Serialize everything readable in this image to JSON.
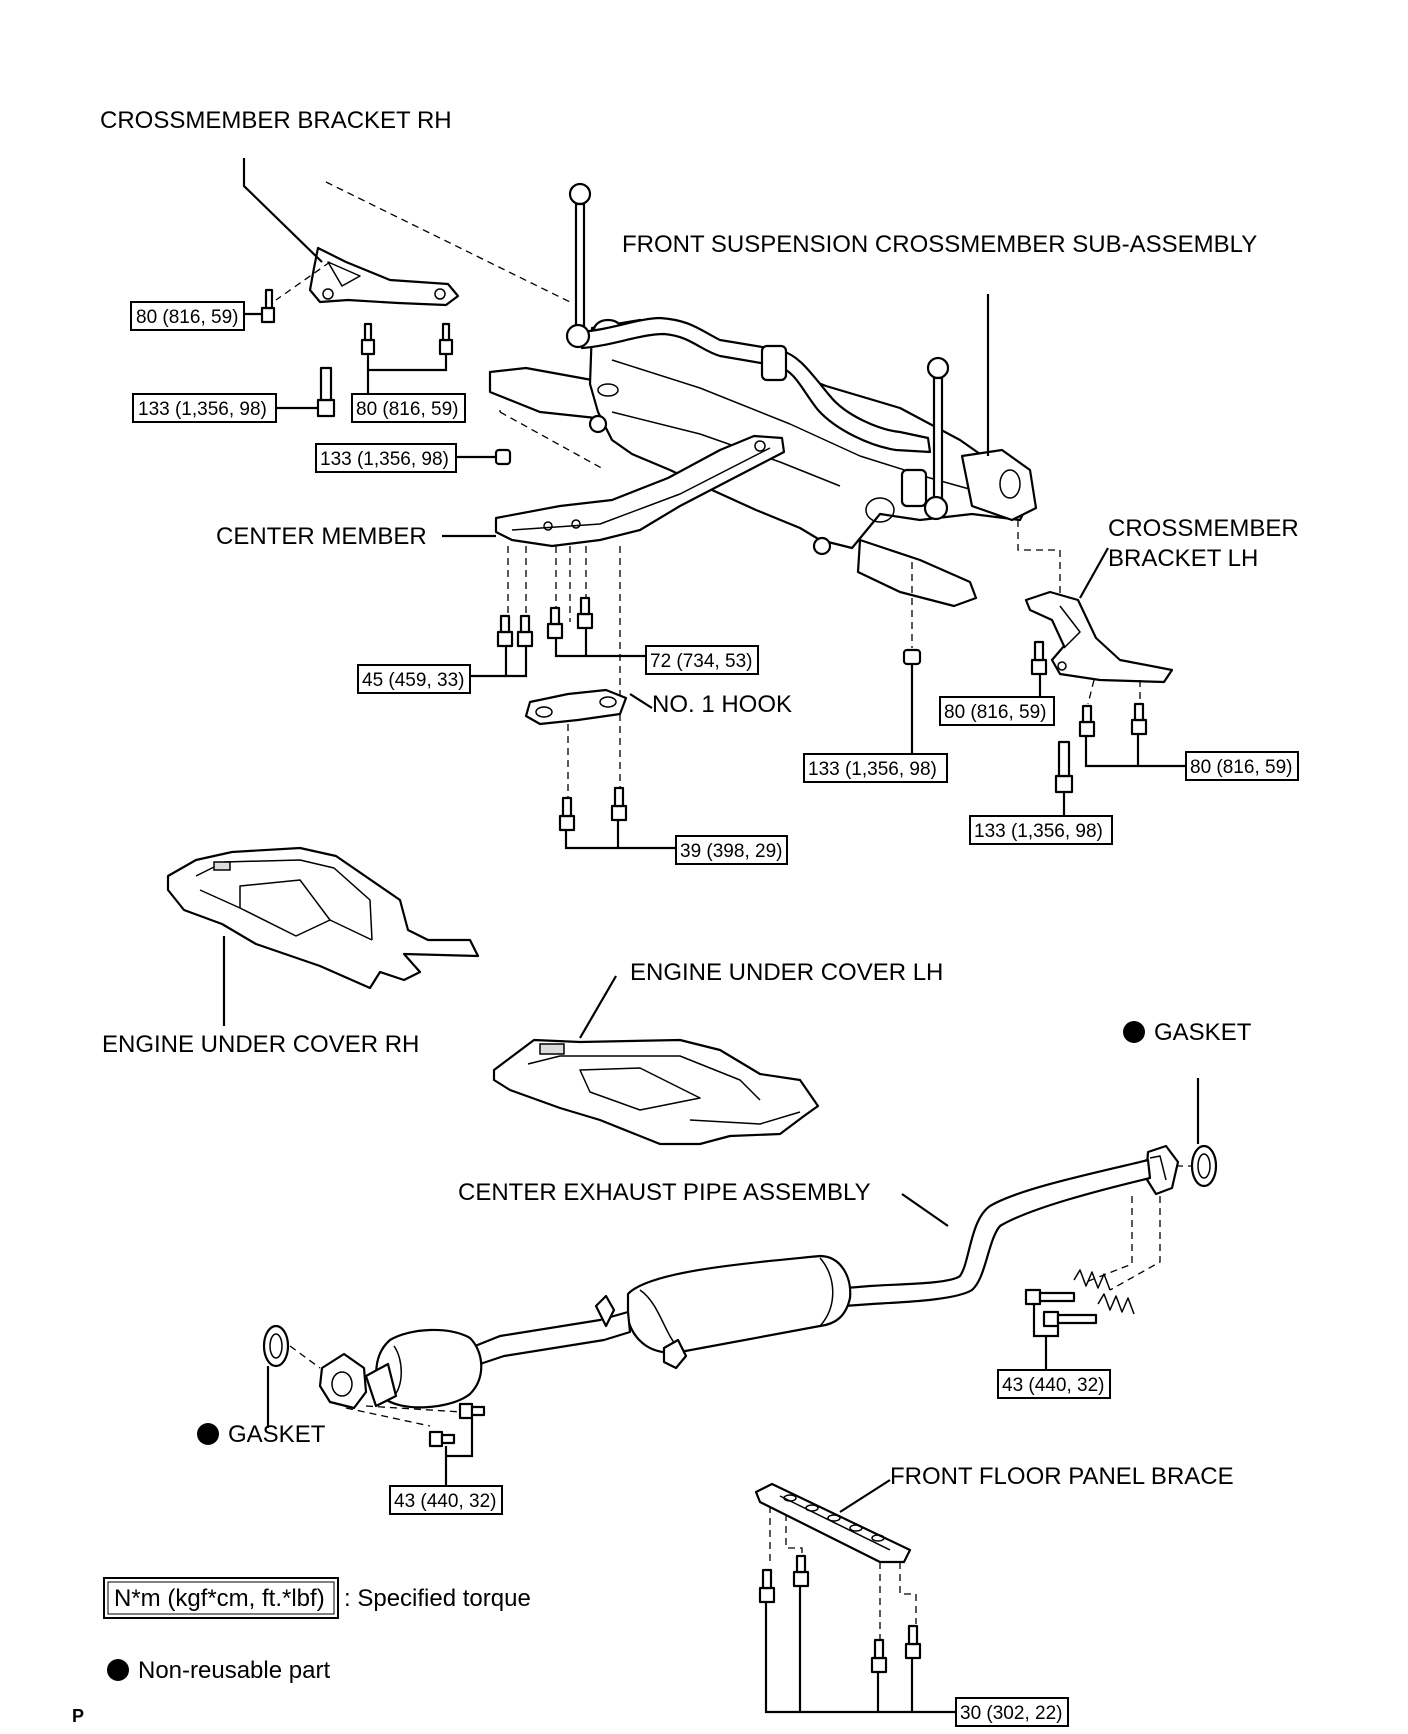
{
  "labels": {
    "crossmember_bracket_rh": "CROSSMEMBER BRACKET RH",
    "front_suspension_crossmember": "FRONT SUSPENSION CROSSMEMBER SUB-ASSEMBLY",
    "crossmember_bracket_lh_line1": "CROSSMEMBER",
    "crossmember_bracket_lh_line2": "BRACKET LH",
    "center_member": "CENTER MEMBER",
    "no1_hook": "NO. 1 HOOK",
    "engine_under_cover_lh": "ENGINE UNDER COVER LH",
    "engine_under_cover_rh": "ENGINE UNDER COVER RH",
    "gasket_rear": "GASKET",
    "gasket_front": "GASKET",
    "center_exhaust_pipe": "CENTER EXHAUST PIPE ASSEMBLY",
    "front_floor_panel_brace": "FRONT FLOOR PANEL BRACE"
  },
  "torques": {
    "rh_bracket_side": "80 (816, 59)",
    "rh_bracket_vertical": "133 (1,356, 98)",
    "rh_bracket_pair": "80 (816, 59)",
    "crossmember_nut_rh": "133 (1,356, 98)",
    "center_member_rear": "72 (734, 53)",
    "center_member_front": "45 (459, 33)",
    "crossmember_nut_lh": "133 (1,356, 98)",
    "lh_bracket_single": "80 (816, 59)",
    "lh_bracket_pair": "80 (816, 59)",
    "lh_bracket_vertical": "133 (1,356, 98)",
    "hook_bolts": "39 (398, 29)",
    "exhaust_rear_flange": "43 (440, 32)",
    "exhaust_front_flange": "43 (440, 32)",
    "floor_brace": "30 (302, 22)"
  },
  "legend": {
    "torque_box": "N*m (kgf*cm, ft.*lbf)",
    "torque_text": ": Specified torque",
    "nonreusable_text": "Non-reusable part"
  },
  "footer_code": "P"
}
